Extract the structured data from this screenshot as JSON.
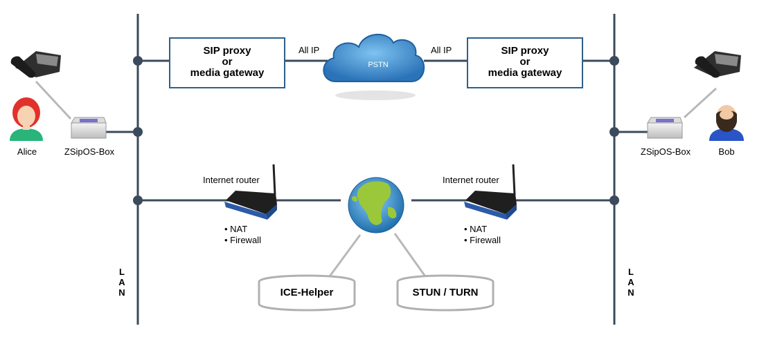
{
  "left": {
    "proxy_line1": "SIP proxy",
    "proxy_line2": "or",
    "proxy_line3": "media gateway",
    "all_ip": "All IP",
    "router_label": "Internet router",
    "router_features": [
      "NAT",
      "Firewall"
    ],
    "box_label": "ZSipOS-Box",
    "person_label": "Alice",
    "lan_letters": [
      "L",
      "A",
      "N"
    ]
  },
  "right": {
    "proxy_line1": "SIP proxy",
    "proxy_line2": "or",
    "proxy_line3": "media gateway",
    "all_ip": "All IP",
    "router_label": "Internet router",
    "router_features": [
      "NAT",
      "Firewall"
    ],
    "box_label": "ZSipOS-Box",
    "person_label": "Bob",
    "lan_letters": [
      "L",
      "A",
      "N"
    ]
  },
  "cloud_label": "PSTN",
  "servers": {
    "ice_helper": "ICE-Helper",
    "stun_turn": "STUN / TURN"
  },
  "colors": {
    "line": "#3b4a5c",
    "box_border": "#2e5f8a",
    "cloud": "#3a86c8",
    "router": "#2b5aa8",
    "connector": "#b8b8b8",
    "alice_hair": "#e0322b",
    "alice_shirt": "#29b47a",
    "bob_shirt": "#2a55c6"
  }
}
